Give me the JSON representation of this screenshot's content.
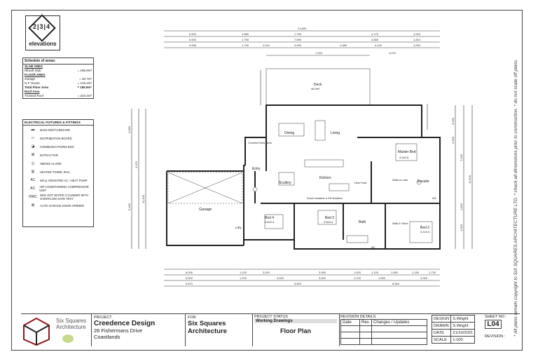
{
  "logo": {
    "numbers": "2|3|4",
    "word": "elevations"
  },
  "schedule": {
    "title": "Schedule of areas:",
    "sections": [
      {
        "heading": "SLAB AREA",
        "rows": [
          {
            "label": "Ribraft Slab",
            "value": "= 185.9m²",
            "bold": false
          }
        ]
      },
      {
        "heading": "FLOOR AREA",
        "rows": [
          {
            "label": "Garage",
            "value": "= 40.7m²",
            "bold": false
          },
          {
            "label": "G.F House",
            "value": "= 145.2m²",
            "bold": false
          },
          {
            "label": "Total Floor Area",
            "value": "= 185.9m²",
            "bold": true
          }
        ]
      },
      {
        "heading": "Roof Area",
        "rows": [
          {
            "label": "Trussed Roof",
            "value": "= 234.4m²",
            "bold": false
          }
        ]
      }
    ]
  },
  "legend": {
    "title": "ELECTRICAL FIXTURES & FITTINGS",
    "items": [
      {
        "sym": "▬",
        "label": "MAIN SWITCHBOARD"
      },
      {
        "sym": "▭",
        "label": "DISTRIBUTION BOARD"
      },
      {
        "sym": "◪",
        "label": "COMMUNICATIONS BOX"
      },
      {
        "sym": "⊠",
        "label": "EXTRACTOR"
      },
      {
        "sym": "Ⓢ",
        "label": "SMOKE ALARM"
      },
      {
        "sym": "▥",
        "label": "HEATED TOWEL RAIL"
      },
      {
        "sym": "AC",
        "label": "WALL MOUNTED AC / HEAT PUMP"
      },
      {
        "sym": "AC",
        "label": "AIR CONDITIONING COMPRESSOR UNIT"
      },
      {
        "sym": "HWC",
        "label": "250L HOT WATER CYLINDER WITH OVERFLOW SAFE TRAY"
      },
      {
        "sym": "⊠",
        "label": "AUTO GARAGE DOOR OPENER"
      }
    ]
  },
  "plan": {
    "dim_total": "21,800",
    "dims_top_row1": [
      "6,900",
      "1,880",
      "7,765",
      "4,175",
      "2,000"
    ],
    "dims_top_row2": [
      "6,500",
      "1,790",
      "7,595",
      "4,565",
      "1,810"
    ],
    "dims_top_row3": [
      "6,908",
      "1,790",
      "2,010",
      "3,990",
      "1,480",
      "4,100",
      "2,000"
    ],
    "dim_deck": "7,000",
    "dim_deck2": "4,215",
    "dims_bottom_row1": [
      "8,006",
      "1,100",
      "3,000",
      "3,990",
      "1,400",
      "1,100",
      "1,650",
      "1,180",
      "1,730"
    ],
    "dims_bottom_row2": [
      "6,690",
      "1,100",
      "3,640",
      "3,500",
      "2,100",
      "1,650",
      "3,000"
    ],
    "dims_bottom_row3": [
      "6,870",
      "8,806",
      "6,064"
    ],
    "dims_right": [
      "3,200",
      "2,900",
      "7,160",
      "11,500",
      "1,800",
      "1,000"
    ],
    "dims_left": [
      "4,060",
      "3,375",
      "5,445",
      "11,300"
    ],
    "rooms": {
      "deck": "Deck",
      "deck_area": "46.5m²",
      "dining": "Dining",
      "living": "Living",
      "covered_entry": "Covered Entry Deck",
      "entry": "Entry",
      "kitchen": "Kitchen",
      "scullery": "Scullery",
      "master": "Master Bed",
      "master_dim": "4.0x3.5",
      "walkin": "Walk-in robe",
      "ensuite": "Ensuite",
      "garage": "Garage",
      "bed4": "Bed 4",
      "bed4_dim": "3.6x3.4",
      "bed3": "Bed 3",
      "bed3_dim": "3.5x3.4",
      "bath": "Bath",
      "bed2": "Bed 2",
      "bed2_dim": "3.1x3.4",
      "walkin_store": "Walk-in Store",
      "ldry": "Ldry",
      "heat_pump": "Heat Pump",
      "wc": "WC",
      "insulation": "Sound insulation & Gib Noiseline",
      "acu": "AC"
    }
  },
  "vertical_note": "* All plans remain copyright to SIX SQUARES ARCHITECTURE LTD. * check all dimensions prior to construction. * do not scale off plans.",
  "titleblock": {
    "firm_name_1": "Six Squares",
    "firm_name_2": "Architecture",
    "project_label": "PROJECT",
    "project_name": "Creedence Design",
    "address_1": "26 Fishermans Drive",
    "address_2": "Coastlands",
    "for_label": "FOR",
    "for_1": "Six Squares",
    "for_2": "Architecture",
    "status_label": "PROJECT STATUS",
    "status_value": "Working Drawings",
    "sheet_title": "Floor Plan",
    "revision_label": "REVISION DETAILS",
    "rev_headers": [
      "Date",
      "Rev.",
      "Changes / Updates"
    ],
    "design_label": "DESIGN",
    "design_value": "S.Wright",
    "drawn_label": "DRAWN",
    "drawn_value": "S.Wright",
    "date_label": "DATE",
    "date_value": "21/10/2021",
    "scale_label": "SCALE",
    "scale_value": "1:100",
    "sheetno_label": "SHEET NO :",
    "sheetno_value": "L04",
    "revision_no_label": "REVISION :"
  }
}
